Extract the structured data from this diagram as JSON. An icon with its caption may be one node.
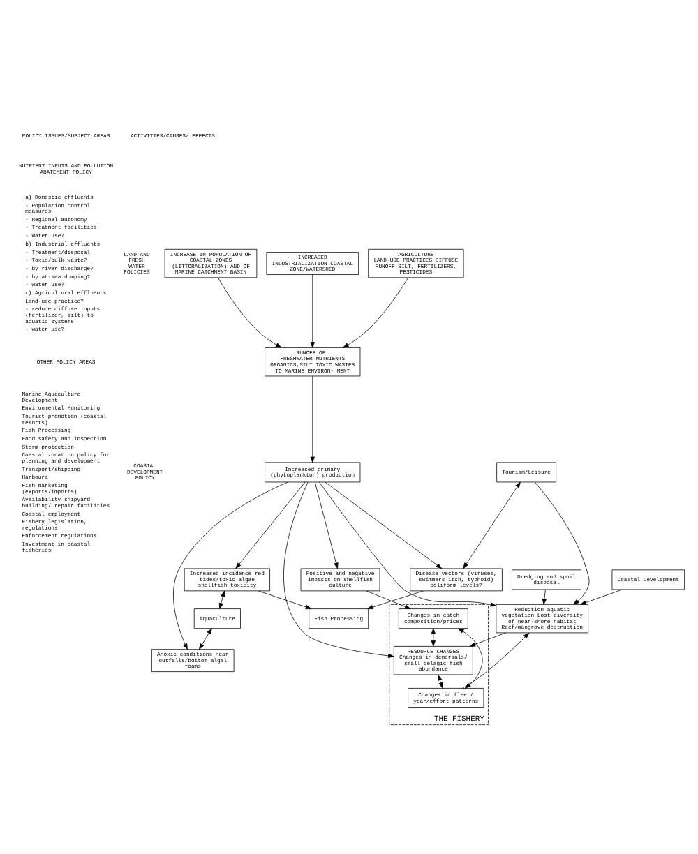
{
  "diagram": {
    "nodes": [
      {
        "text": [
          "INCREASE IN POPULATION OF COASTAL ZONES (LITTORALIZATION) AND OF MARINE CATCHMENT BASIN"
        ]
      },
      {
        "text": [
          "INCREASED INDUSTRIALIZATION COASTAL ZONE/WATERSHED"
        ]
      },
      {
        "text": [
          "AGRICULTURE",
          "LAND-USE PRACTICES DIFFUSE RUNOFF SILT, FERTILIZERS, PESTICIDES"
        ]
      },
      {
        "text": [
          "RUNOFF OF:",
          "FRESHWATER NUTRIENTS ORGANICS,SILT TOXIC WASTES",
          "TO MARINE ENVIRON- MENT"
        ]
      },
      {
        "text": [
          "Increased primary (phytoplankton) production"
        ]
      },
      {
        "text": [
          "Increased incidence red tides/toxic algae shellfish toxicity"
        ]
      },
      {
        "text": [
          "Aquaculture"
        ]
      },
      {
        "text": [
          "Anoxic conditions near outfalls/bottom algal foams"
        ]
      },
      {
        "text": [
          "Fish Processing"
        ]
      },
      {
        "text": [
          "Tourism/Leisure"
        ]
      },
      {
        "text": [
          "Disease vectors (viruses, swimmers itch, typhoid) coliform levels?"
        ]
      },
      {
        "text": [
          "Coastal Development"
        ]
      },
      {
        "text": [
          "Reduction aquatic vegetation Lost diversity of near-shore habitat Reef/mangrove destruction"
        ]
      },
      {
        "text": [
          "Dredging and spoil disposal"
        ]
      },
      {
        "text": [
          "Positive and negative impacts on shellfish culture"
        ]
      },
      {
        "text": [
          "THE FISHERY"
        ]
      },
      {
        "text": [
          "Changes in catch composition/prices"
        ],
        "in": 15
      },
      {
        "text": [
          "RESOURCE CHANGES",
          "Changes in demersals/ small pelagic fish abundance"
        ],
        "in": 15
      },
      {
        "text": [
          "Changes in fleet/ year/effort patterns"
        ],
        "in": 15
      }
    ],
    "edges": [
      {
        "from": 0,
        "to": 3,
        "arrow": "to"
      },
      {
        "from": 1,
        "to": 3,
        "arrow": "to"
      },
      {
        "from": 2,
        "to": 3,
        "arrow": "to"
      },
      {
        "from": 3,
        "to": 4,
        "arrow": "to"
      },
      {
        "from": 4,
        "to": 5,
        "arrow": "to"
      },
      {
        "from": 4,
        "to": 7,
        "arrow": "to"
      },
      {
        "from": 4,
        "to": 10,
        "arrow": "to"
      },
      {
        "from": 4,
        "to": 12,
        "arrow": "to"
      },
      {
        "from": 4,
        "to": 14,
        "arrow": "to"
      },
      {
        "from": 4,
        "to": 17,
        "arrow": "to"
      },
      {
        "from": 5,
        "to": 6,
        "arrow": "both"
      },
      {
        "from": 6,
        "to": 7,
        "arrow": "both"
      },
      {
        "from": 5,
        "to": 8,
        "arrow": "to"
      },
      {
        "from": 10,
        "to": 8,
        "arrow": "to"
      },
      {
        "from": 9,
        "to": 10,
        "arrow": "both"
      },
      {
        "from": 9,
        "to": 12,
        "arrow": "to"
      },
      {
        "from": 11,
        "to": 12,
        "arrow": "to"
      },
      {
        "from": 13,
        "to": 12,
        "arrow": "to"
      },
      {
        "from": 18,
        "to": 12,
        "arrow": "to"
      },
      {
        "from": 12,
        "to": 17,
        "arrow": "to"
      },
      {
        "from": 14,
        "to": 16,
        "arrow": "to"
      },
      {
        "from": 16,
        "to": 17,
        "arrow": "both"
      },
      {
        "from": 16,
        "to": 18,
        "arrow": "both"
      },
      {
        "from": 17,
        "to": 18,
        "arrow": "both"
      }
    ],
    "labels": [
      "POLICY ISSUES/SUBJECT AREAS",
      "ACTIVITIES/CAUSES/ EFFECTS",
      "NUTRIENT INPUTS AND POLLUTION ABATEMENT POLICY",
      "a) Domestic effluents",
      "- Population control measures",
      "- Regional autonomy",
      "- Treatment facilities",
      "- Water use?",
      "b) Industrial effluents",
      "- Treatment/disposal",
      "- Toxic/bulk waste?",
      "- by river discharge?",
      "- by at-sea dumping?",
      "- water use?",
      "c) Agricultural effluents",
      "Land-use practice?",
      "- reduce diffuse inputs (fertilizer, silt) to aquatic systems",
      "- water use?",
      "LAND AND FRESH WATER POLICIES",
      "OTHER POLICY AREAS",
      "Marine Aquaculture Development",
      "Environmental Monitoring",
      "Tourist promotion (coastal resorts)",
      "Fish Processing",
      "Food safety and inspection",
      "Storm protection",
      "Coastal zonation policy for planning and development",
      "Transport/shipping",
      "Harbours",
      "Fish marketing (exports/imports)",
      "Availability shipyard building/ repair facilities",
      "Coastal employment",
      "Fishery legislation, regulations",
      "Enforcement regulations",
      "Investment in coastal fisheries",
      "COASTAL DEVELOPMENT POLICY"
    ]
  }
}
